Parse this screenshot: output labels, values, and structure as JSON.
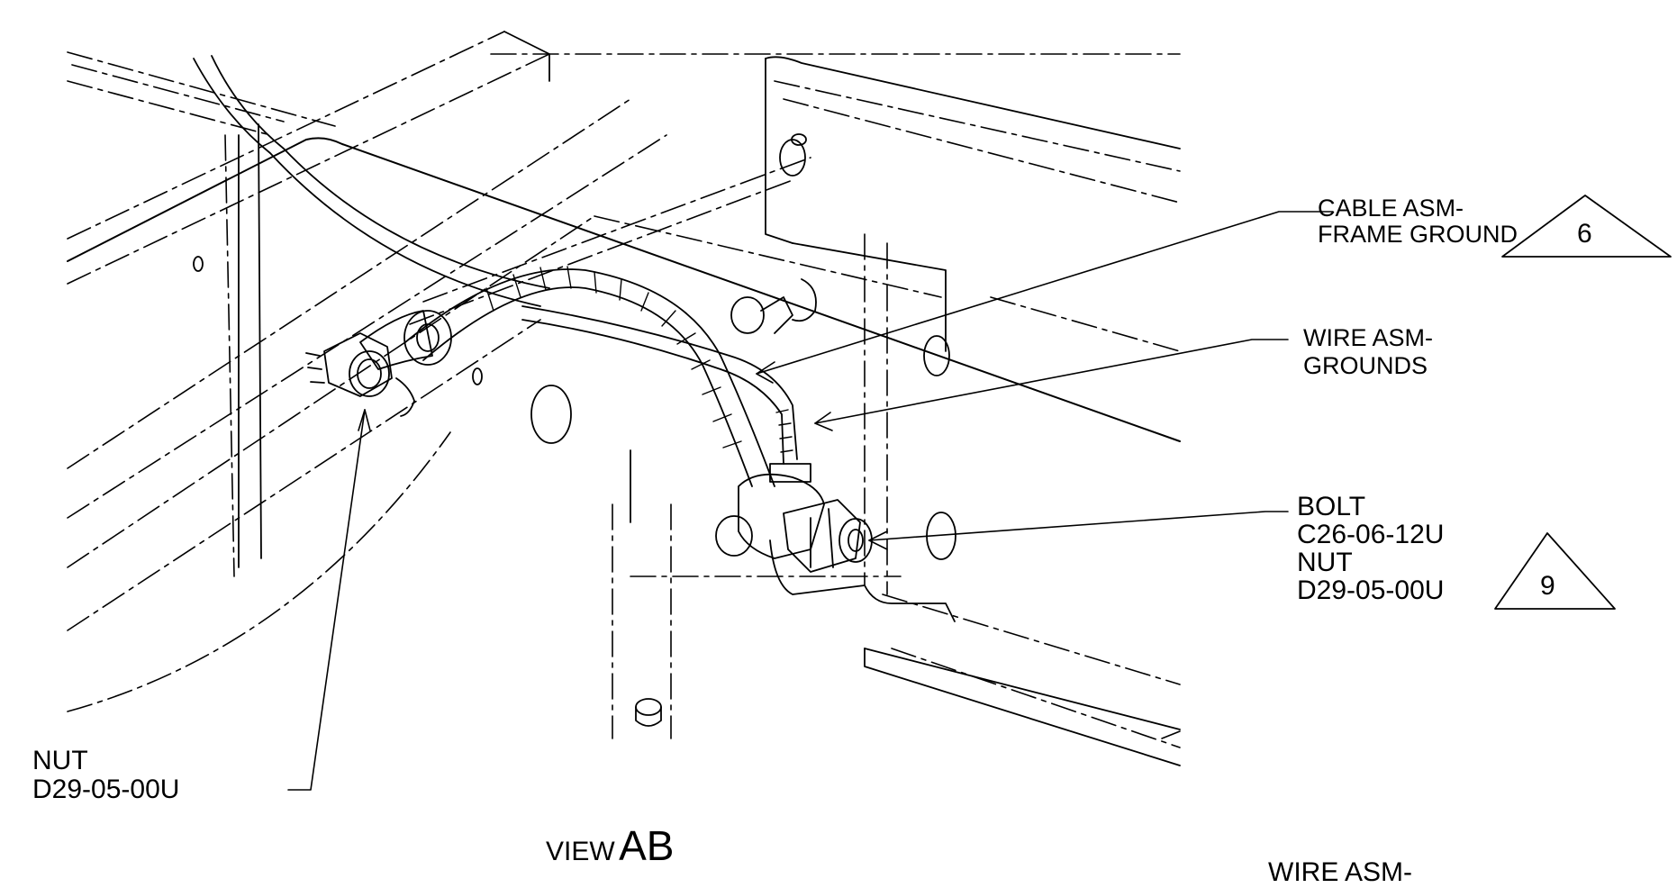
{
  "view_title": {
    "prefix": "VIEW",
    "letters": "AB"
  },
  "callouts": {
    "cable": {
      "line1": "CABLE ASM-",
      "line2": "FRAME GROUND",
      "flag": "6"
    },
    "wire": {
      "line1": "WIRE ASM-",
      "line2": "GROUNDS"
    },
    "bolt": {
      "line1": "BOLT",
      "line2": "C26-06-12U",
      "line3": "NUT",
      "line4": "D29-05-00U",
      "flag": "9"
    },
    "nut": {
      "line1": "NUT",
      "line2": "D29-05-00U"
    }
  },
  "cut_off_text": "WIRE ASM-",
  "colors": {
    "ink": "#000000",
    "paper": "#ffffff"
  }
}
